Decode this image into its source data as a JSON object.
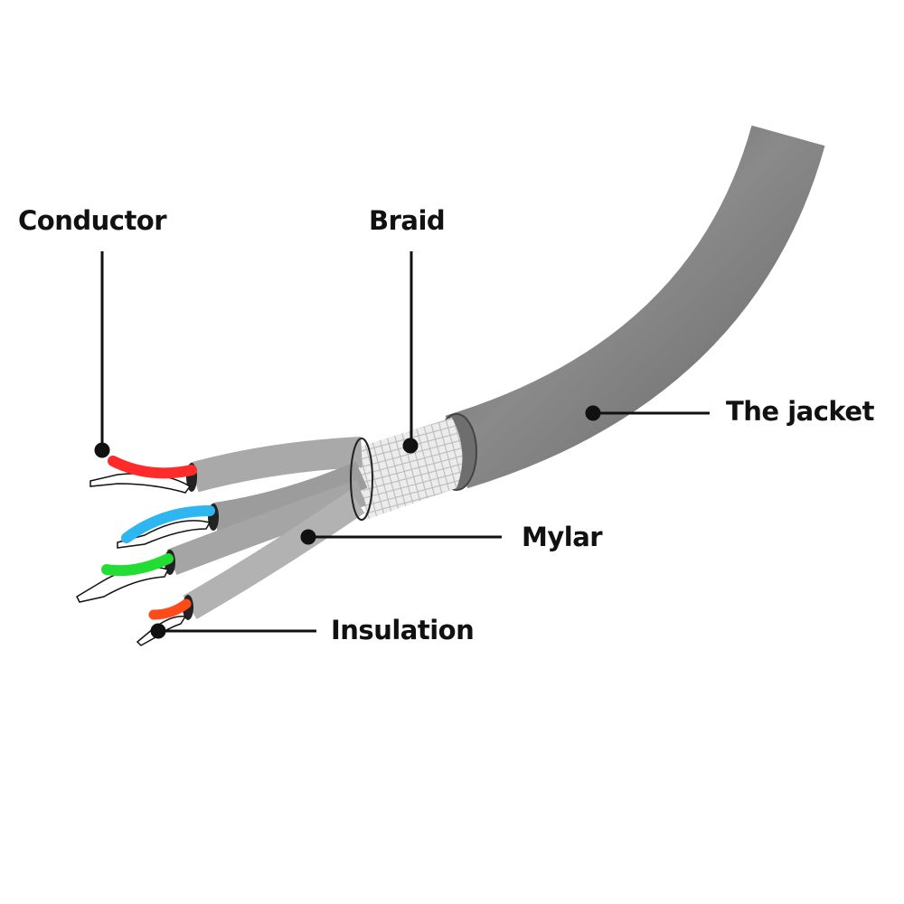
{
  "labels": {
    "conductor": "Conductor",
    "braid": "Braid",
    "jacket": "The jacket",
    "mylar": "Mylar",
    "insulation": "Insulation"
  },
  "colors": {
    "jacket": "#7d7d7d",
    "pair_jacket": "#a8a8a8",
    "conductor_red": "#ff2a2a",
    "conductor_blue": "#2eb6f0",
    "conductor_green": "#22dd33",
    "conductor_orange": "#ff4a1a"
  }
}
